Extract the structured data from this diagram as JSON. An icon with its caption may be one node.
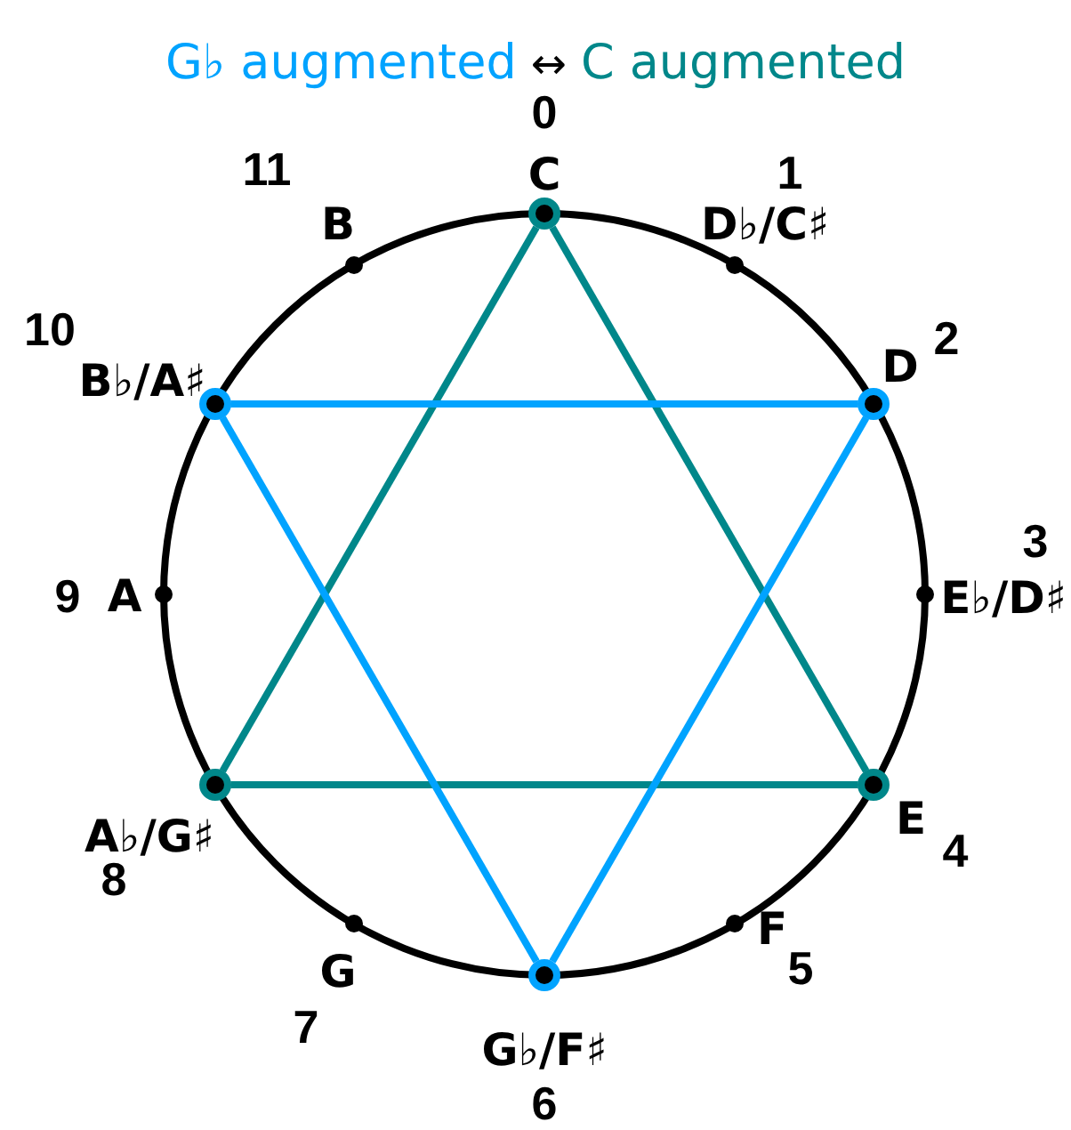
{
  "diagram": {
    "nodes": [
      {
        "text": [
          "C"
        ],
        "beside": [
          "0"
        ]
      },
      {
        "text": [
          "D♭/C♯"
        ],
        "beside": [
          "1"
        ]
      },
      {
        "text": [
          "D"
        ],
        "beside": [
          "2"
        ]
      },
      {
        "text": [
          "E♭/D♯"
        ],
        "beside": [
          "3"
        ]
      },
      {
        "text": [
          "E"
        ],
        "beside": [
          "4"
        ]
      },
      {
        "text": [
          "F"
        ],
        "beside": [
          "5"
        ]
      },
      {
        "text": [
          "G♭/F♯"
        ],
        "beside": [
          "6"
        ]
      },
      {
        "text": [
          "G"
        ],
        "beside": [
          "7"
        ]
      },
      {
        "text": [
          "A♭/G♯"
        ],
        "beside": [
          "8"
        ]
      },
      {
        "text": [
          "A"
        ],
        "beside": [
          "9"
        ]
      },
      {
        "text": [
          "B♭/A♯"
        ],
        "beside": [
          "10"
        ]
      },
      {
        "text": [
          "B"
        ],
        "beside": [
          "11"
        ]
      }
    ],
    "edges": [
      {
        "from": 0,
        "to": 4,
        "arrow": "none",
        "color": "#00878a"
      },
      {
        "from": 4,
        "to": 8,
        "arrow": "none",
        "color": "#00878a"
      },
      {
        "from": 8,
        "to": 0,
        "arrow": "none",
        "color": "#00878a"
      },
      {
        "from": 10,
        "to": 2,
        "arrow": "none",
        "color": "#00a3ff"
      },
      {
        "from": 2,
        "to": 6,
        "arrow": "none",
        "color": "#00a3ff"
      },
      {
        "from": 6,
        "to": 10,
        "arrow": "none",
        "color": "#00a3ff"
      }
    ],
    "labels": [
      "↔"
    ],
    "legend": [
      {
        "text": "G♭ augmented",
        "color": "#00a3ff"
      },
      {
        "text": "C augmented",
        "color": "#00878a"
      }
    ]
  }
}
